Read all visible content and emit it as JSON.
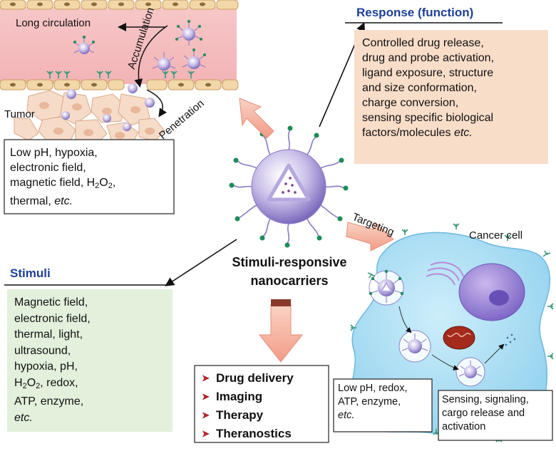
{
  "vessel": {
    "long_circulation": "Long circulation",
    "accumulation": "Accumulation",
    "penetration": "Penetration",
    "tumor": "Tumor"
  },
  "tumor_stimuli": {
    "line1": "Low pH, hypoxia,",
    "line2": "electronic field,",
    "line3_pre": "magnetic field, H",
    "line3_sub": "2",
    "line3_mid": "O",
    "line3_sub2": "2",
    "line3_post": ",",
    "line4_pre": "thermal, ",
    "line4_em": "etc."
  },
  "response": {
    "title": "Response (function)",
    "lines": [
      "Controlled drug release,",
      "drug and probe activation,",
      "ligand exposure, structure",
      "and size conformation,",
      "charge conversion,",
      "sensing specific biological"
    ],
    "last_pre": "factors/molecules ",
    "last_em": "etc."
  },
  "center": {
    "line1": "Stimuli-responsive",
    "line2": "nanocarriers"
  },
  "stimuli": {
    "title": "Stimuli",
    "lines": [
      "Magnetic field,",
      "electronic field,",
      "thermal, light,",
      "ultrasound,",
      "hypoxia, pH,"
    ],
    "h2o2_pre": "H",
    "h2o2_sub": "2",
    "h2o2_mid": "O",
    "h2o2_sub2": "2",
    "h2o2_post": ", redox,",
    "atp_line": "ATP, enzyme,",
    "etc": "etc."
  },
  "applications": [
    "Drug delivery",
    "Imaging",
    "Therapy",
    "Theranostics"
  ],
  "targeting": "Targeting",
  "cancer_cell": "Cancer cell",
  "cell_stimuli": {
    "line1": "Low pH, redox,",
    "line2": "ATP, enzyme,",
    "etc": "etc."
  },
  "cell_response": {
    "line1": "Sensing, signaling,",
    "line2": "cargo release and",
    "line3": "activation"
  },
  "colors": {
    "title_blue": "#1e3f9a",
    "response_bg": "#f8ddc9",
    "stimuli_bg": "#e2f0dc",
    "cell_blue": "#9fd9f2",
    "arrow_peach": "#f5b8a0",
    "bullet_red": "#b32626"
  }
}
